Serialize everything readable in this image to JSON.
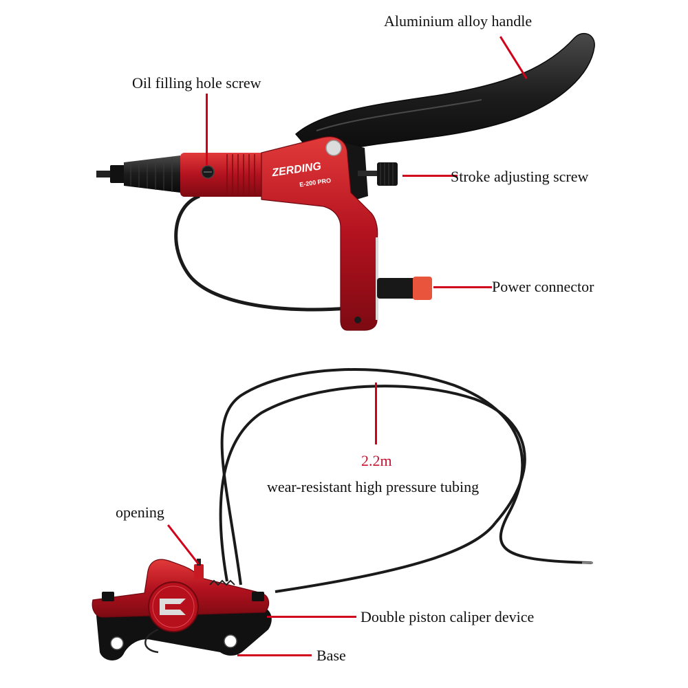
{
  "labels": {
    "aluminium_handle": "Aluminium alloy handle",
    "oil_filling_screw": "Oil filling hole screw",
    "stroke_adjusting_screw": "Stroke adjusting screw",
    "power_connector": "Power connector",
    "tubing_length": "2.2m",
    "tubing_desc": "wear-resistant high pressure tubing",
    "opening": "opening",
    "caliper_device": "Double piston caliper device",
    "base": "Base"
  },
  "lever_branding": {
    "brand": "ZERDING",
    "model": "E-200 PRO"
  },
  "colors": {
    "accent_red": "#d0021b",
    "anodized_red": "#b3121f",
    "handle_black": "#1c1c1c",
    "text": "#111111"
  }
}
